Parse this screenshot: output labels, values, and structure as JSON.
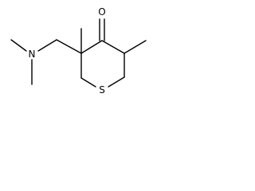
{
  "atoms": {
    "n": "N",
    "o": "O",
    "s": "S"
  },
  "colors": {
    "bond": "#000000",
    "background": "#ffffff"
  }
}
